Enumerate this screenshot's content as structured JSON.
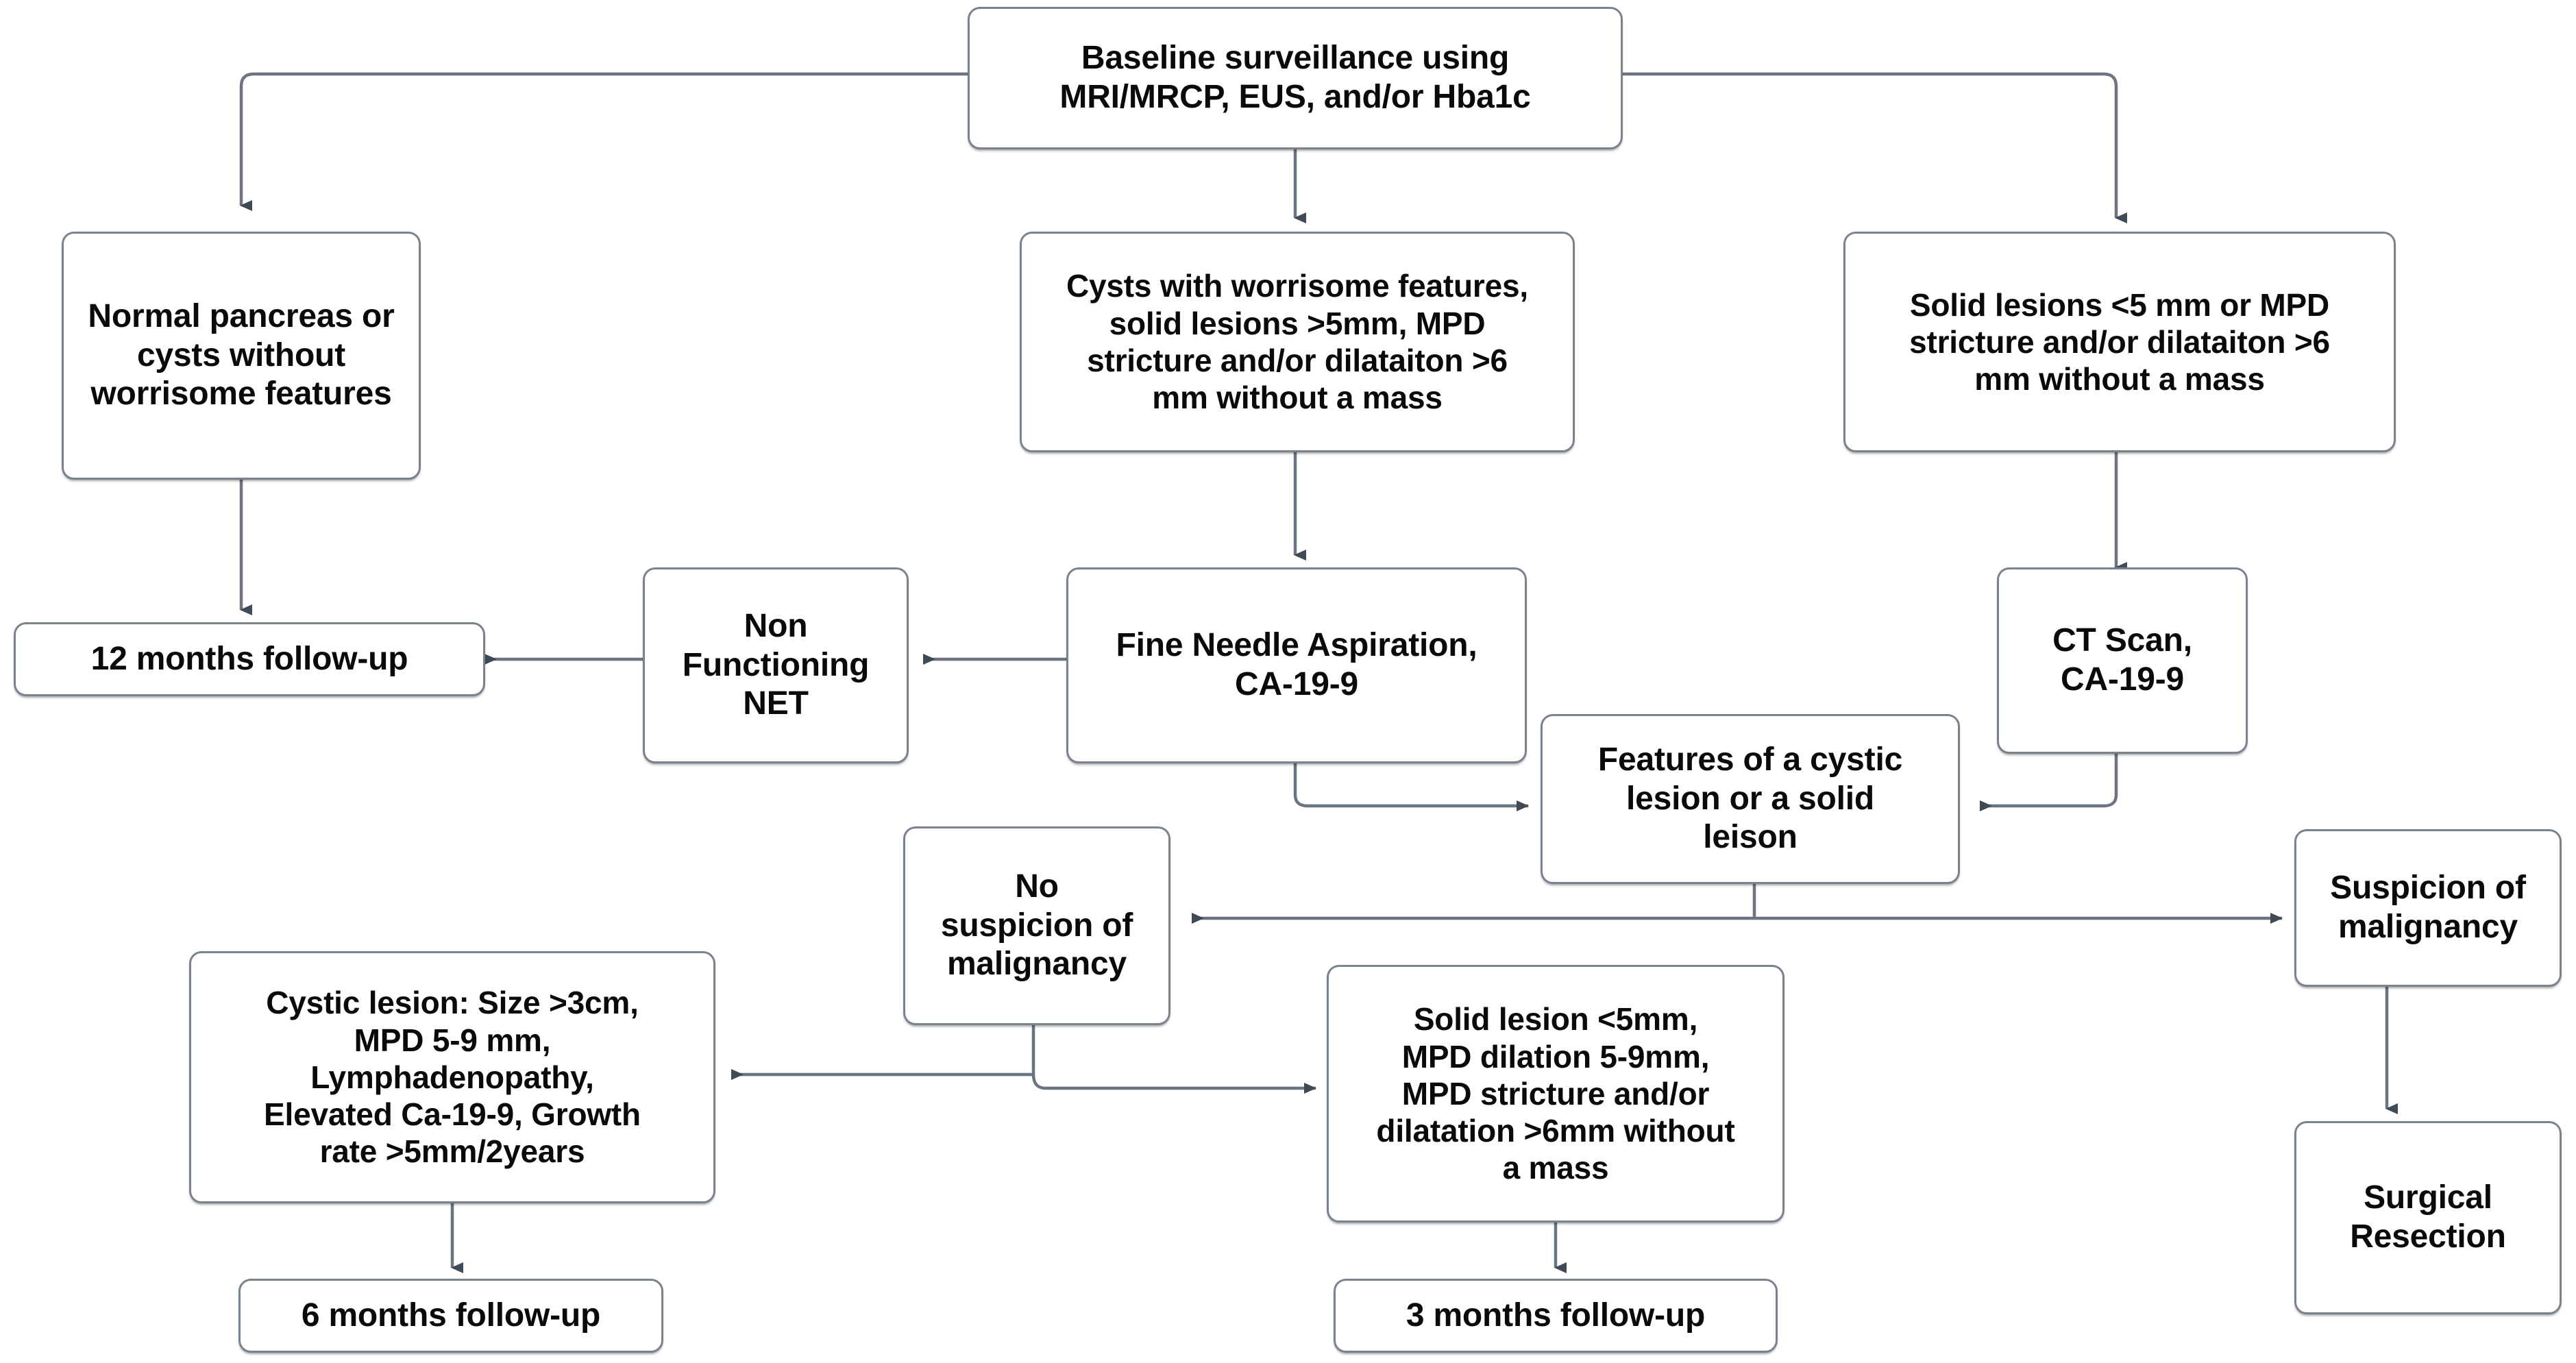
{
  "diagram": {
    "title": "Pancreatic surveillance decision flowchart",
    "colors": {
      "node_border": "#7a8290",
      "node_fill": "#ffffff",
      "edge_line": "#6b7480",
      "arrow_head": "#3f4a57",
      "text": "#0a0a0a"
    },
    "nodes": [
      {
        "id": "baseline",
        "name": "baseline-surveillance",
        "text": "Baseline surveillance using\nMRI/MRCP, EUS, and/or Hba1c"
      },
      {
        "id": "normal",
        "name": "normal-pancreas",
        "text": "Normal pancreas or\ncysts without\nworrisome features"
      },
      {
        "id": "worrisome",
        "name": "cysts-worrisome-features",
        "text": "Cysts with worrisome features,\nsolid lesions >5mm, MPD\nstricture and/or dilataiton >6\nmm without a mass"
      },
      {
        "id": "solid-small",
        "name": "solid-lesions-under-5mm",
        "text": "Solid lesions <5 mm or MPD\nstricture and/or dilataiton >6\nmm without a mass"
      },
      {
        "id": "followup12",
        "name": "followup-12-months",
        "text": "12 months follow-up"
      },
      {
        "id": "net",
        "name": "non-functioning-net",
        "text": "Non\nFunctioning\nNET"
      },
      {
        "id": "fna",
        "name": "fine-needle-aspiration",
        "text": "Fine Needle Aspiration,\nCA-19-9"
      },
      {
        "id": "ct",
        "name": "ct-scan",
        "text": "CT Scan,\nCA-19-9"
      },
      {
        "id": "features",
        "name": "features-cystic-or-solid-lesion",
        "text": "Features of a cystic\nlesion or a solid\nleison"
      },
      {
        "id": "nosuspicion",
        "name": "no-suspicion-of-malignancy",
        "text": "No\nsuspicion of\nmalignancy"
      },
      {
        "id": "suspicion",
        "name": "suspicion-of-malignancy",
        "text": "Suspicion of\nmalignancy"
      },
      {
        "id": "cystic",
        "name": "cystic-lesion-criteria",
        "text": "Cystic lesion: Size >3cm,\nMPD 5-9 mm,\nLymphadenopathy,\nElevated Ca-19-9, Growth\nrate >5mm/2years"
      },
      {
        "id": "solidlesion",
        "name": "solid-lesion-criteria",
        "text": "Solid lesion <5mm,\nMPD dilation 5-9mm,\nMPD stricture and/or\ndilatation >6mm without\na mass"
      },
      {
        "id": "surgical",
        "name": "surgical-resection",
        "text": "Surgical\nResection"
      },
      {
        "id": "followup6",
        "name": "followup-6-months",
        "text": "6 months follow-up"
      },
      {
        "id": "followup3",
        "name": "followup-3-months",
        "text": "3 months follow-up"
      }
    ],
    "edges": [
      {
        "name": "edge-baseline-to-normal",
        "from": "baseline",
        "to": "normal"
      },
      {
        "name": "edge-baseline-to-worrisome",
        "from": "baseline",
        "to": "worrisome"
      },
      {
        "name": "edge-baseline-to-solid-small",
        "from": "baseline",
        "to": "solid-small"
      },
      {
        "name": "edge-normal-to-followup12",
        "from": "normal",
        "to": "followup12"
      },
      {
        "name": "edge-worrisome-to-fna",
        "from": "worrisome",
        "to": "fna"
      },
      {
        "name": "edge-solid-small-to-ct",
        "from": "solid-small",
        "to": "ct"
      },
      {
        "name": "edge-fna-to-net",
        "from": "fna",
        "to": "net"
      },
      {
        "name": "edge-net-to-followup12",
        "from": "net",
        "to": "followup12"
      },
      {
        "name": "edge-fna-to-features",
        "from": "fna",
        "to": "features"
      },
      {
        "name": "edge-ct-to-features",
        "from": "ct",
        "to": "features"
      },
      {
        "name": "edge-features-to-nosuspicion",
        "from": "features",
        "to": "nosuspicion"
      },
      {
        "name": "edge-features-to-suspicion",
        "from": "features",
        "to": "suspicion"
      },
      {
        "name": "edge-nosuspicion-to-cystic",
        "from": "nosuspicion",
        "to": "cystic"
      },
      {
        "name": "edge-nosuspicion-to-solidlesion",
        "from": "nosuspicion",
        "to": "solidlesion"
      },
      {
        "name": "edge-suspicion-to-surgical",
        "from": "suspicion",
        "to": "surgical"
      },
      {
        "name": "edge-cystic-to-followup6",
        "from": "cystic",
        "to": "followup6"
      },
      {
        "name": "edge-solidlesion-to-followup3",
        "from": "solidlesion",
        "to": "followup3"
      }
    ]
  }
}
